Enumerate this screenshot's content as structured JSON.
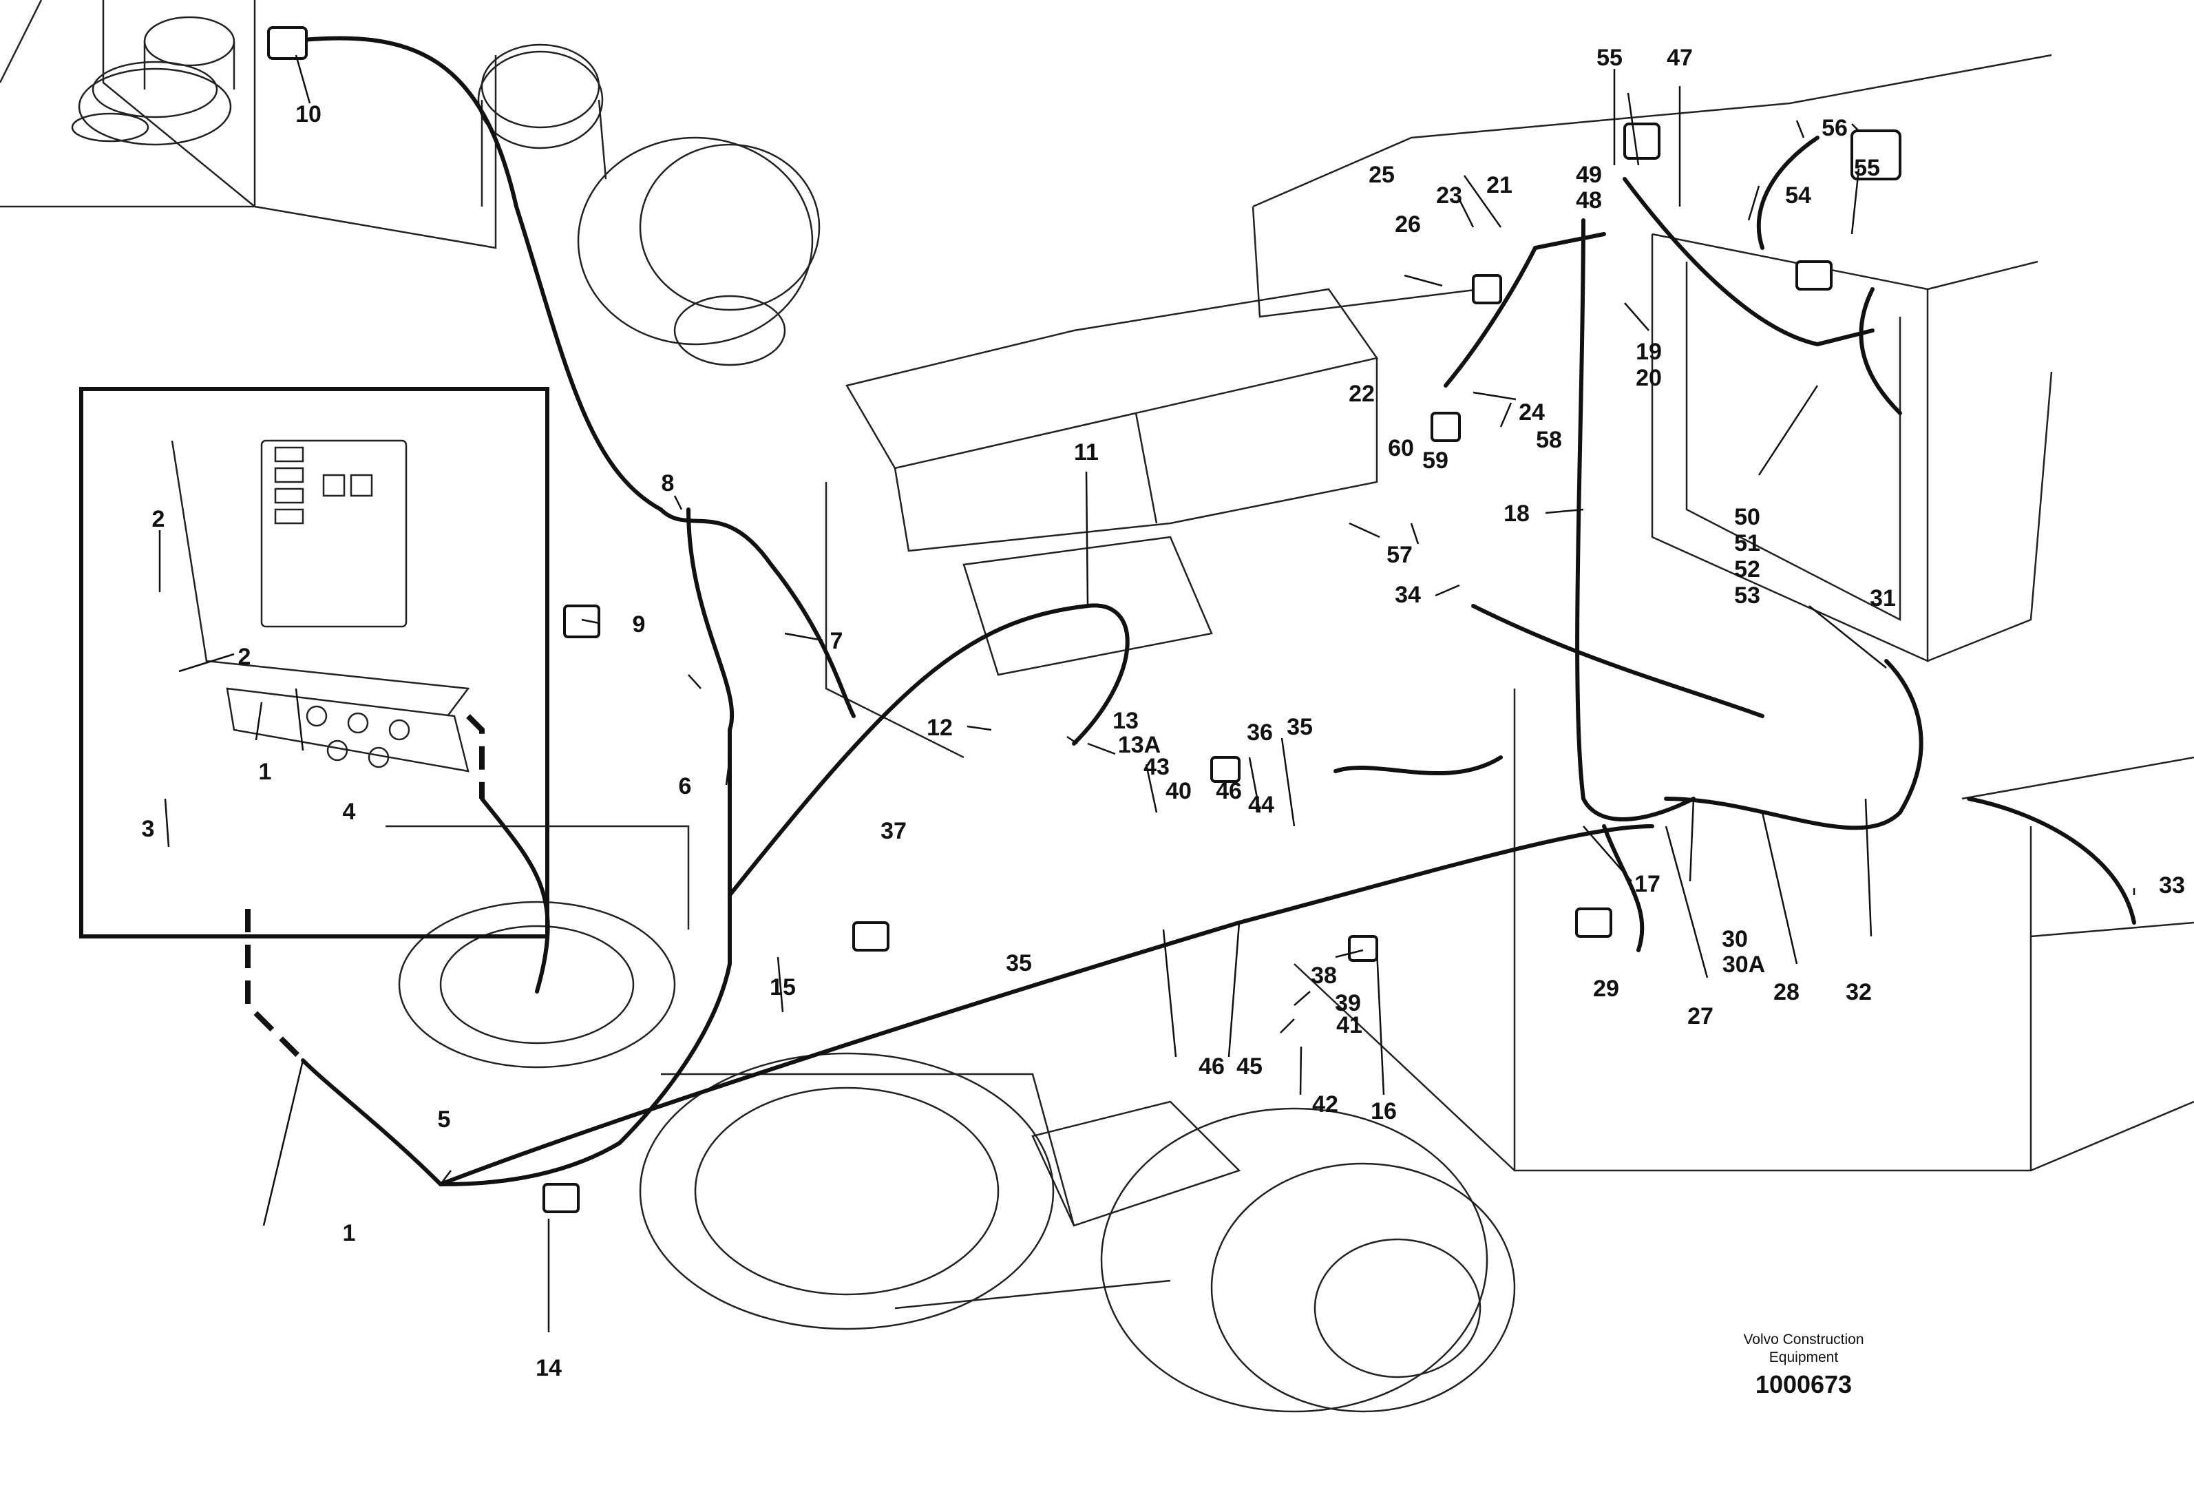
{
  "callouts": [
    "1",
    "1",
    "2",
    "2",
    "3",
    "4",
    "5",
    "6",
    "7",
    "8",
    "9",
    "10",
    "11",
    "12",
    "13",
    "13A",
    "14",
    "15",
    "16",
    "17",
    "18",
    "19",
    "20",
    "21",
    "22",
    "23",
    "24",
    "25",
    "26",
    "27",
    "28",
    "29",
    "30",
    "30A",
    "31",
    "32",
    "33",
    "34",
    "35",
    "35",
    "36",
    "37",
    "38",
    "39",
    "40",
    "41",
    "42",
    "43",
    "44",
    "45",
    "46",
    "46",
    "47",
    "48",
    "49",
    "50",
    "51",
    "52",
    "53",
    "54",
    "55",
    "55",
    "56",
    "57",
    "58",
    "59",
    "60"
  ],
  "footer": {
    "company_line1": "Volvo Construction",
    "company_line2": "Equipment",
    "drawing_number": "1000673"
  }
}
